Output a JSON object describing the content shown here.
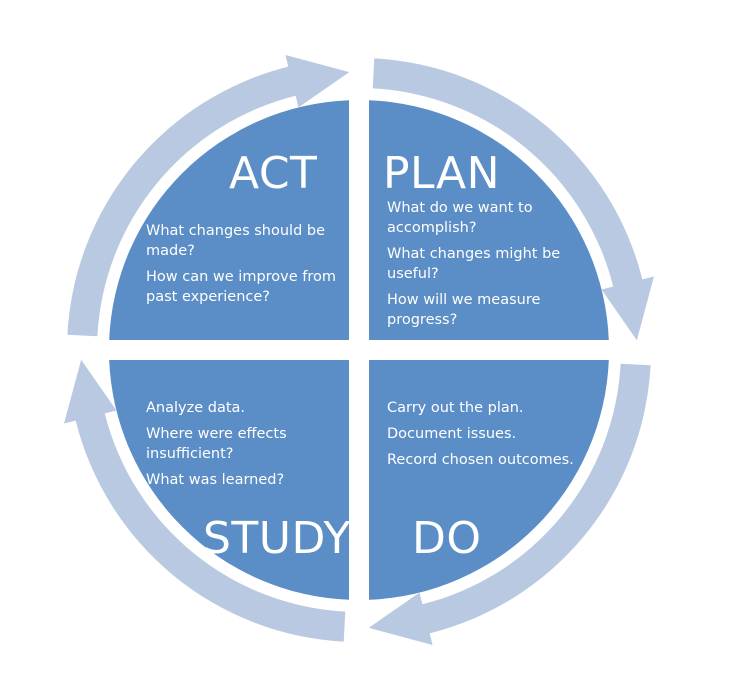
{
  "colors": {
    "quadrant_fill": "#5b8dc6",
    "arrow_fill": "#b8c9e1",
    "text": "#ffffff",
    "background": "#ffffff"
  },
  "quadrants": {
    "act": {
      "title": "ACT",
      "lines": [
        "What changes should be made?",
        "How can we improve from past experience?"
      ]
    },
    "plan": {
      "title": "PLAN",
      "lines": [
        "What do we want to accomplish?",
        "What changes might be useful?",
        "How will we measure progress?"
      ]
    },
    "study": {
      "title": "STUDY",
      "lines": [
        "Analyze data.",
        "Where were effects insufficient?",
        "What was learned?"
      ]
    },
    "do": {
      "title": "DO",
      "lines": [
        "Carry out the plan.",
        "Document issues.",
        "Record chosen outcomes."
      ]
    }
  }
}
